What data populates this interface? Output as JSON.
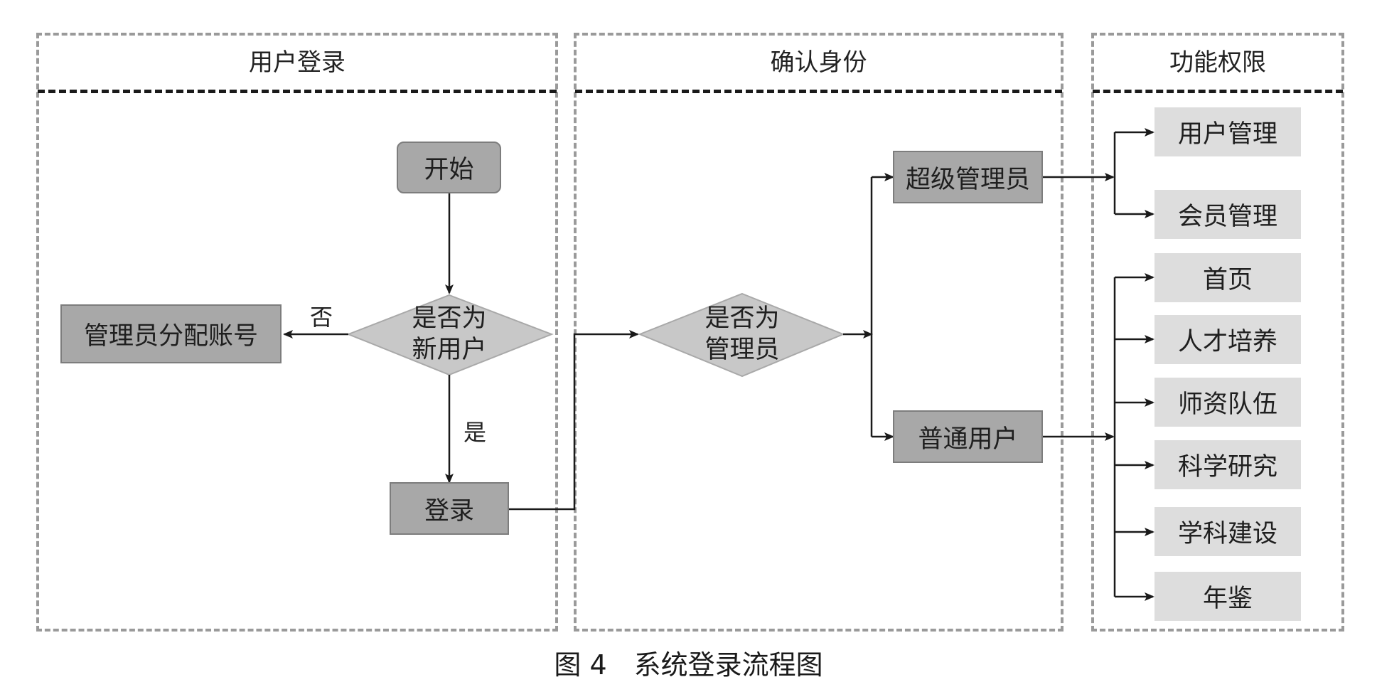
{
  "lanes": {
    "login": {
      "title": "用户登录"
    },
    "identity": {
      "title": "确认身份"
    },
    "permissions": {
      "title": "功能权限"
    }
  },
  "nodes": {
    "start": "开始",
    "is_new_user_line1": "是否为",
    "is_new_user_line2": "新用户",
    "admin_assign_account": "管理员分配账号",
    "login": "登录",
    "is_admin_line1": "是否为",
    "is_admin_line2": "管理员",
    "super_admin": "超级管理员",
    "normal_user": "普通用户"
  },
  "edge_labels": {
    "no": "否",
    "yes": "是"
  },
  "permissions": {
    "super_admin": [
      "用户管理",
      "会员管理"
    ],
    "normal_user": [
      "首页",
      "人才培养",
      "师资队伍",
      "科学研究",
      "学科建设",
      "年鉴"
    ]
  },
  "caption": "图 4　系统登录流程图",
  "colors": {
    "dark_box": "#a8a8a8",
    "light_box": "#dddddd",
    "diamond": "#c8c8c8",
    "lane_border": "#9a9a9a",
    "line": "#1a1a1a"
  }
}
